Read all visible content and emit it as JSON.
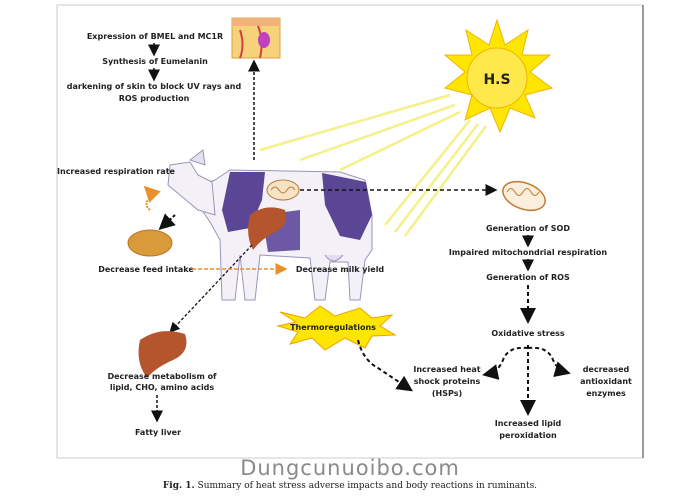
{
  "sun": {
    "label": "H.S"
  },
  "skin_pathway": [
    "Expression of BMEL and MC1R",
    "Synthesis of Eumelanin",
    "darkening of skin to block UV rays and",
    "ROS production"
  ],
  "cow_effects": {
    "respiration": "Increased respiration rate",
    "feed": "Decrease feed intake",
    "milk": "Decrease milk yield",
    "metabolism": [
      "Decrease metabolism of",
      "lipid, CHO, amino acids"
    ],
    "fatty_liver": "Fatty liver"
  },
  "mito_pathway": {
    "sod": "Generation of SOD",
    "impaired": "Impaired mitochondrial respiration",
    "ros": "Generation of ROS",
    "oxidative": "Oxidative stress",
    "hsp": [
      "Increased heat",
      "shock proteins",
      "(HSPs)"
    ],
    "antioxidant": [
      "decreased",
      "antioxidant",
      "enzymes"
    ],
    "lipid": [
      "Increased lipid",
      "peroxidation"
    ]
  },
  "thermo": "Thermoregulations",
  "watermark": "Dungcunuoibo.com",
  "caption": {
    "prefix": "Fig. 1.",
    "text": " Summary of heat stress adverse impacts and body reactions in ruminants."
  },
  "colors": {
    "cow_patch": "#5b4595",
    "sun": "#ffe600",
    "orange_arrow": "#e8902a",
    "liver": "#b5552e"
  }
}
